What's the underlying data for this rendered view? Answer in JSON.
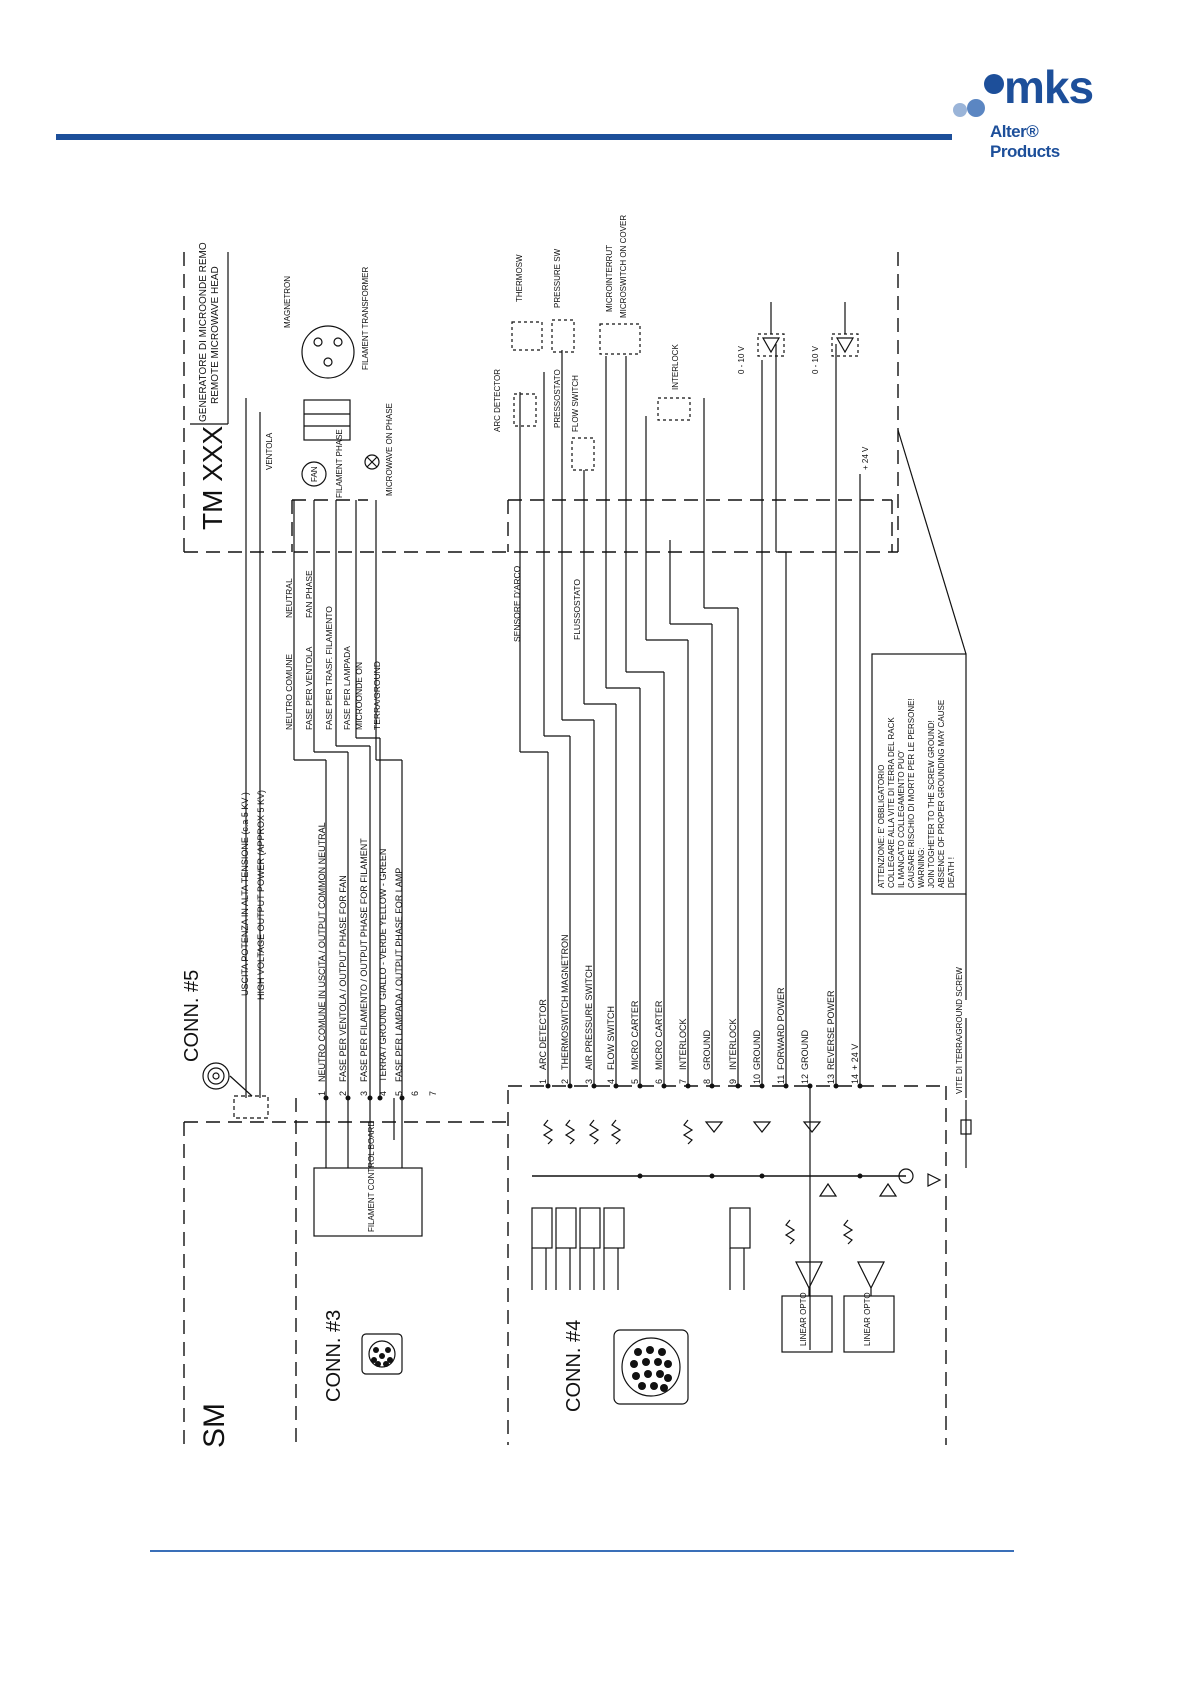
{
  "brand": {
    "logo_word": "mks",
    "logo_sub": "Alter® Products",
    "accent_color": "#1d4f9a"
  },
  "blocks": {
    "sm": "SM",
    "tm": "TM XXX",
    "head_it": "GENERATORE DI MICROONDE REMO",
    "head_en": "REMOTE MICROWAVE HEAD"
  },
  "connectors": {
    "conn3": "CONN. #3",
    "conn4": "CONN. #4",
    "conn5": "CONN. #5"
  },
  "conn5_labels": {
    "it": "USCITA POTENZA IN ALTA TENSIONE (c.a 5 KV )",
    "en": "HIGH VOLTAGE OUTPUT POWER (APPROX 5 KV)"
  },
  "conn3_pins": [
    {
      "num": "1",
      "label": "NEUTRO COMUNE IN USCITA / OUTPUT COMMON NEUTRAL"
    },
    {
      "num": "2",
      "label": "FASE PER VENTOLA / OUTPUT PHASE FOR FAN"
    },
    {
      "num": "3",
      "label": "FASE PER FILAMENTO / OUTPUT PHASE FOR FILAMENT"
    },
    {
      "num": "4",
      "label": "TERRA / GROUND",
      "extra": "GIALLO - VERDE     YELLOW - GREEN"
    },
    {
      "num": "5",
      "label": "FASE PER LAMPADA / OUTPUT PHASE FOR LAMP"
    },
    {
      "num": "6",
      "label": ""
    },
    {
      "num": "7",
      "label": ""
    }
  ],
  "conn4_pins": [
    {
      "num": "1",
      "label": "ARC DETECTOR"
    },
    {
      "num": "2",
      "label": "THERMOSWITCH MAGNETRON"
    },
    {
      "num": "3",
      "label": "AIR PRESSURE SWITCH"
    },
    {
      "num": "4",
      "label": "FLOW SWITCH"
    },
    {
      "num": "5",
      "label": "MICRO CARTER"
    },
    {
      "num": "6",
      "label": "MICRO CARTER"
    },
    {
      "num": "7",
      "label": "INTERLOCK"
    },
    {
      "num": "8",
      "label": "GROUND"
    },
    {
      "num": "9",
      "label": "INTERLOCK"
    },
    {
      "num": "10",
      "label": "GROUND"
    },
    {
      "num": "11",
      "label": "FORWARD POWER"
    },
    {
      "num": "12",
      "label": "GROUND"
    },
    {
      "num": "13",
      "label": "REVERSE POWER"
    },
    {
      "num": "14",
      "label": "+ 24 V"
    }
  ],
  "tm_conn3_labels": [
    {
      "it": "NEUTRO COMUNE",
      "en": "NEUTRAL"
    },
    {
      "it": "FASE PER VENTOLA",
      "en": "FAN PHASE"
    },
    {
      "it": "FASE PER TRASF. FILAMENTO",
      "en": ""
    },
    {
      "it": "FASE PER LAMPADA",
      "en": "MICROONDE ON"
    },
    {
      "it": "TERRA/GROUND",
      "en": ""
    }
  ],
  "tm_conn4_labels": {
    "arc": "SENSORE  D'ARCO",
    "flow": "FLUSSOSTATO"
  },
  "components": {
    "filament_board": "FILAMENT CONTROL BOARD",
    "linear_opto": "LINEAR OPTO",
    "ventola": "VENTOLA",
    "fan": "FAN",
    "filament_phase": "FILAMENT PHASE",
    "magnetron": "MAGNETRON",
    "filament_transformer": "FILAMENT TRANSFORMER",
    "mw_on": "MICROWAVE ON PHASE",
    "arc_detector": "ARC DETECTOR",
    "thermosw": "THERMOSW",
    "pressostato": "PRESSOSTATO",
    "pressure_sw": "PRESSURE SW",
    "flow_switch": "FLOW SWITCH",
    "microinterrut": "MICROINTERRUT",
    "microswitch": "MICROSWITCH ON COVER",
    "interlock": "INTERLOCK",
    "v010_a": "0 - 10 V",
    "v010_b": "0 - 10 V",
    "v24": "+ 24 V",
    "ground_screw": "VITE DI TERRA/GROUND SCREW"
  },
  "warning": [
    "ATTENZIONE: E' OBBLIGATORIO",
    "COLLEGARE ALLA VITE DI TERRA DEL RACK",
    "IL MANCATO COLLEGAMENTO PUO'",
    "CAUSARE RISCHIO DI MORTE PER LE PERSONE!",
    "WARNING:",
    "JOIN TOGHETER TO THE SCREW GROUND!",
    "ABSENCE OF PROPER GROUNDING MAY CAUSE",
    "DEATH !"
  ]
}
